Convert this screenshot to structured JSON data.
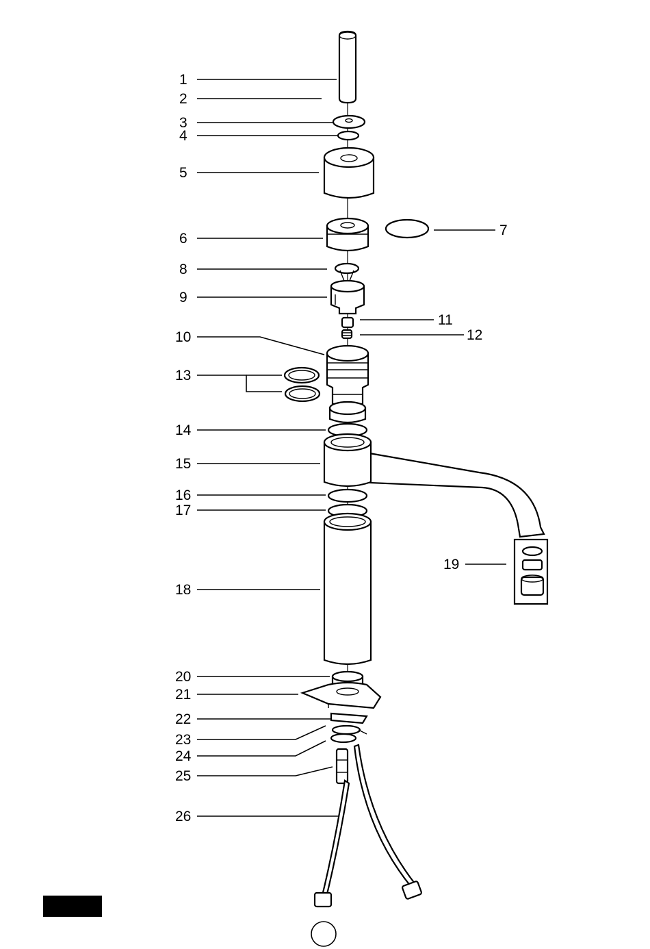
{
  "diagram": {
    "labels": [
      {
        "id": "p1",
        "text": "1"
      },
      {
        "id": "p2",
        "text": "2"
      },
      {
        "id": "p3",
        "text": "3"
      },
      {
        "id": "p4",
        "text": "4"
      },
      {
        "id": "p5",
        "text": "5"
      },
      {
        "id": "p6",
        "text": "6"
      },
      {
        "id": "p7",
        "text": "7"
      },
      {
        "id": "p8",
        "text": "8"
      },
      {
        "id": "p9",
        "text": "9"
      },
      {
        "id": "p10",
        "text": "10"
      },
      {
        "id": "p11",
        "text": "11"
      },
      {
        "id": "p12",
        "text": "12"
      },
      {
        "id": "p13",
        "text": "13"
      },
      {
        "id": "p14",
        "text": "14"
      },
      {
        "id": "p15",
        "text": "15"
      },
      {
        "id": "p16",
        "text": "16"
      },
      {
        "id": "p17",
        "text": "17"
      },
      {
        "id": "p18",
        "text": "18"
      },
      {
        "id": "p19",
        "text": "19"
      },
      {
        "id": "p20",
        "text": "20"
      },
      {
        "id": "p21",
        "text": "21"
      },
      {
        "id": "p22",
        "text": "22"
      },
      {
        "id": "p23",
        "text": "23"
      },
      {
        "id": "p24",
        "text": "24"
      },
      {
        "id": "p25",
        "text": "25"
      },
      {
        "id": "p26",
        "text": "26"
      }
    ]
  }
}
